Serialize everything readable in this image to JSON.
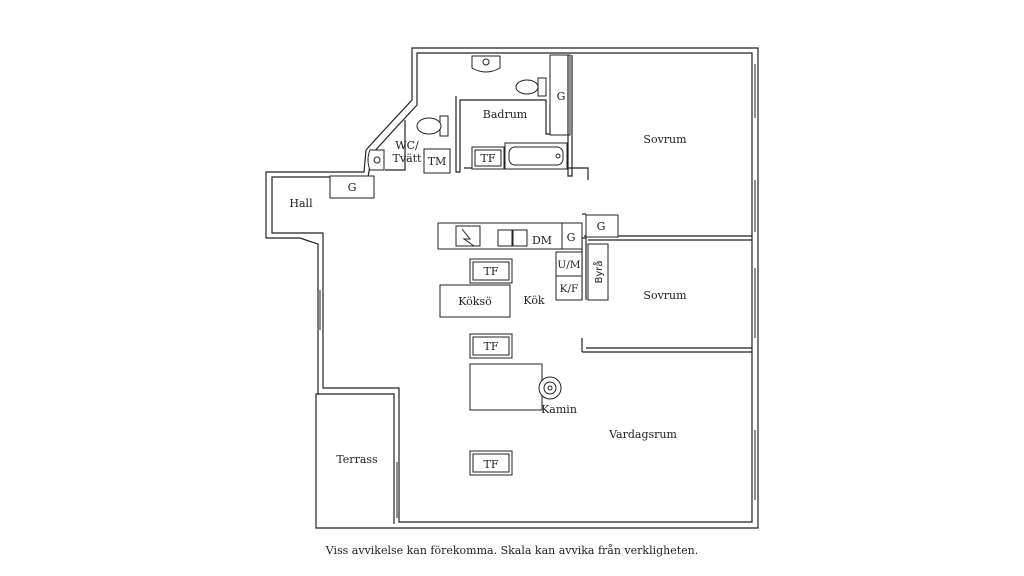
{
  "rooms": {
    "badrum": "Badrum",
    "wc_line1": "WC/",
    "wc_line2": "Tvätt",
    "hall": "Hall",
    "sovrum_1": "Sovrum",
    "sovrum_2": "Sovrum",
    "kok": "Kök",
    "vardagsrum": "Vardagsrum",
    "terrass": "Terrass"
  },
  "fixtures": {
    "g_badrum": "G",
    "g_hall": "G",
    "g_kitchen": "G",
    "g_sovrum": "G",
    "tm": "TM",
    "dm": "DM",
    "um": "U/M",
    "kf": "K/F",
    "byra": "Byrå",
    "koksö": "Köksö",
    "kamin": "Kamin",
    "tf_bath": "TF",
    "tf_1": "TF",
    "tf_2": "TF",
    "tf_3": "TF"
  },
  "footer": {
    "disclaimer": "Viss avvikelse kan förekomma. Skala kan avvika från verkligheten."
  }
}
